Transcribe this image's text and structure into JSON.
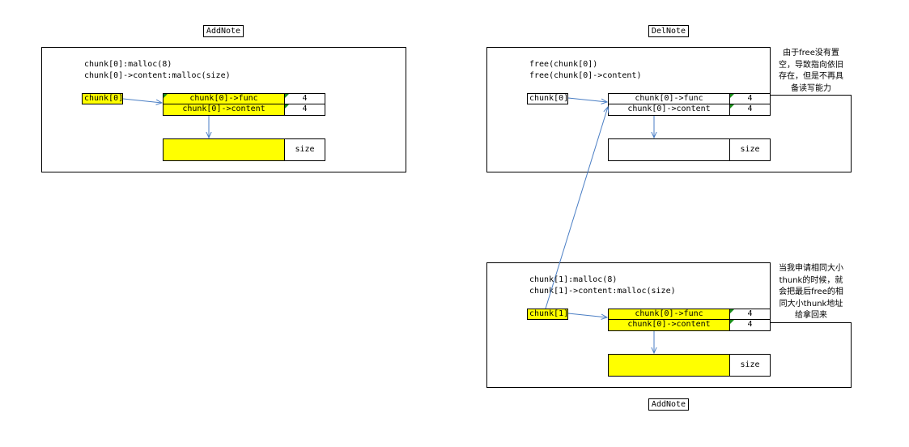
{
  "labels": {
    "top_left": "AddNote",
    "top_right": "DelNote",
    "bottom": "AddNote"
  },
  "panel1": {
    "code": [
      "chunk[0]:malloc(8)",
      "chunk[0]->content:malloc(size)"
    ],
    "pointer": "chunk[0]",
    "row1": {
      "label": "chunk[0]->func",
      "size": "4"
    },
    "row2": {
      "label": "chunk[0]->content",
      "size": "4"
    },
    "data_size": "size"
  },
  "panel2": {
    "code": [
      "free(chunk[0])",
      "free(chunk[0]->content)"
    ],
    "pointer": "chunk[0]",
    "row1": {
      "label": "chunk[0]->func",
      "size": "4"
    },
    "row2": {
      "label": "chunk[0]->content",
      "size": "4"
    },
    "data_size": "size",
    "note": [
      "由于free没有置",
      "空，导致指向依旧",
      "存在，但是不再具",
      "备读写能力"
    ]
  },
  "panel3": {
    "code": [
      "chunk[1]:malloc(8)",
      "chunk[1]->content:malloc(size)"
    ],
    "pointer": "chunk[1]",
    "row1": {
      "label": "chunk[0]->func",
      "size": "4"
    },
    "row2": {
      "label": "chunk[0]->content",
      "size": "4"
    },
    "data_size": "size",
    "note": [
      "当我申请相同大小",
      "thunk的时候，就",
      "会把最后free的相",
      "同大小thunk地址",
      "给拿回来"
    ]
  },
  "colors": {
    "highlight": "#ffff00",
    "arrow": "#4a7ec4",
    "corner_mark": "#1a8f1a"
  }
}
